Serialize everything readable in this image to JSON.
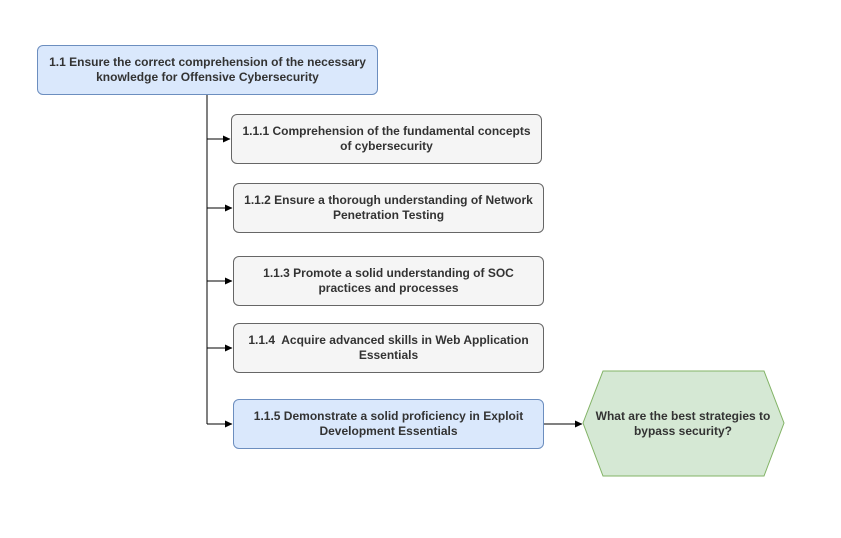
{
  "diagram": {
    "root": {
      "label": "1.1 Ensure the correct comprehension of the necessary knowledge for Offensive Cybersecurity"
    },
    "children": [
      {
        "label": "1.1.1 Comprehension of the fundamental concepts of cybersecurity"
      },
      {
        "label": "1.1.2 Ensure a thorough understanding of Network Penetration Testing"
      },
      {
        "label": "1.1.3 Promote a solid understanding of SOC practices and processes"
      },
      {
        "label": "1.1.4  Acquire advanced skills in Web Application Essentials"
      },
      {
        "label": "1.1.5 Demonstrate a solid proficiency in Exploit Development Essentials"
      }
    ],
    "question": {
      "label": "What are the best strategies to bypass security?"
    },
    "colors": {
      "root_fill": "#dae8fc",
      "root_stroke": "#6c8ebf",
      "child_fill": "#f5f5f5",
      "child_stroke": "#666666",
      "question_fill": "#d5e8d4",
      "question_stroke": "#82b366",
      "edge": "#000000",
      "text": "#333333"
    }
  }
}
